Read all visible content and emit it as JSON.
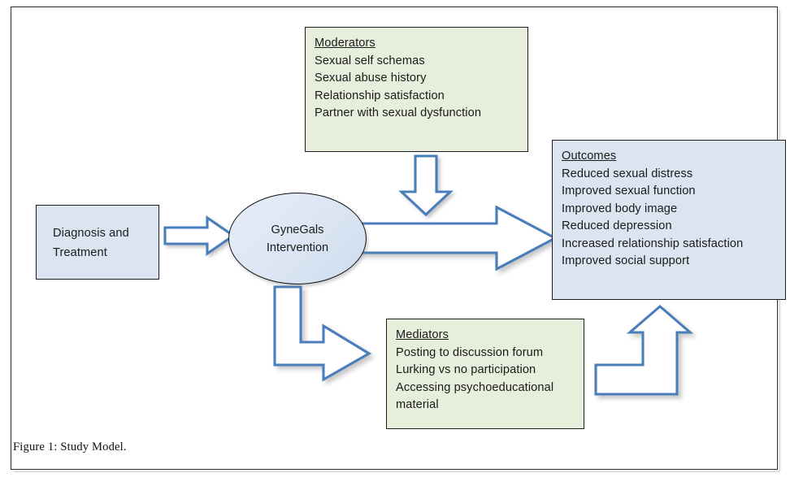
{
  "figure": {
    "caption": "Figure 1: Study Model.",
    "colors": {
      "green_fill": "#e8eedc",
      "blue_fill": "#dbe5f1",
      "arrow_stroke": "#4a7ebb",
      "box_border": "#1d1d1d",
      "frame_border": "#2b2b2b"
    }
  },
  "nodes": {
    "diagnosis": {
      "name": "Diagnosis and Treatment",
      "lines": [
        "Diagnosis and",
        "Treatment"
      ]
    },
    "intervention": {
      "name": "GyneGals Intervention",
      "lines": [
        "GyneGals",
        "Intervention"
      ]
    },
    "moderators": {
      "header": "Moderators",
      "items": [
        "Sexual self schemas",
        "Sexual abuse history",
        "Relationship satisfaction",
        "Partner with sexual dysfunction"
      ]
    },
    "mediators": {
      "header": "Mediators",
      "items": [
        "Posting to discussion forum",
        "Lurking vs no participation",
        "Accessing psychoeducational material"
      ]
    },
    "outcomes": {
      "header": "Outcomes",
      "items": [
        "Reduced sexual distress",
        "Improved sexual function",
        "Improved body image",
        "Reduced depression",
        "Increased relationship satisfaction",
        "Improved social support"
      ]
    }
  },
  "arrows": [
    {
      "id": "diagnosis-to-intervention",
      "label": "arrow from Diagnosis and Treatment to GyneGals Intervention",
      "direction": "right"
    },
    {
      "id": "moderators-to-path",
      "label": "arrow from Moderators down to main path",
      "direction": "down"
    },
    {
      "id": "intervention-to-outcomes",
      "label": "arrow from GyneGals Intervention to Outcomes",
      "direction": "right"
    },
    {
      "id": "intervention-to-mediators",
      "label": "elbow arrow from GyneGals Intervention to Mediators",
      "direction": "down-right"
    },
    {
      "id": "mediators-to-outcomes",
      "label": "elbow arrow from Mediators to Outcomes",
      "direction": "right-up"
    }
  ]
}
